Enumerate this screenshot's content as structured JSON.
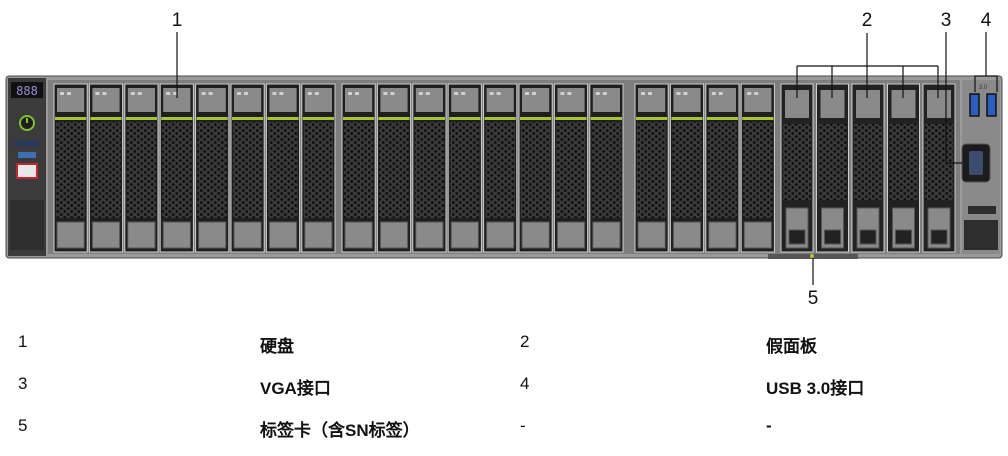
{
  "figure": {
    "callouts": [
      "1",
      "2",
      "3",
      "4",
      "5"
    ],
    "status_display": "888",
    "usb_tag": "3.0"
  },
  "legend": {
    "rows": [
      {
        "num_a": "1",
        "label_a": "硬盘",
        "num_b": "2",
        "label_b": "假面板"
      },
      {
        "num_a": "3",
        "label_a": "VGA接口",
        "num_b": "4",
        "label_b": "USB 3.0接口"
      },
      {
        "num_a": "5",
        "label_a": "标签卡（含SN标签）",
        "num_b": "-",
        "label_b": "-"
      }
    ]
  }
}
